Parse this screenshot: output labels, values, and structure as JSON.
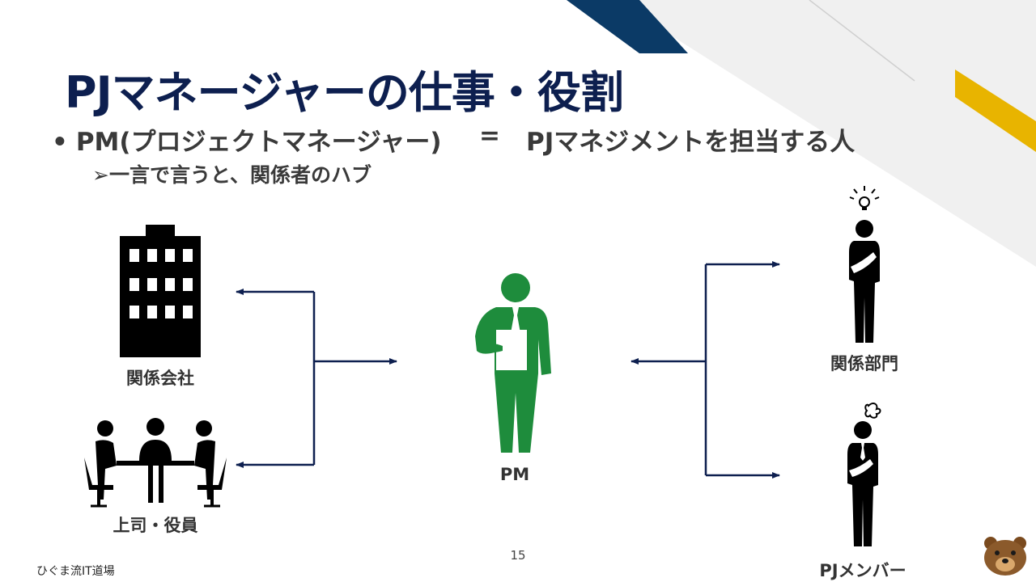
{
  "slide": {
    "title": "PJマネージャーの仕事・役割",
    "bullet_main": "PM(プロジェクトマネージャー)",
    "bullet_equals": "=",
    "bullet_definition": "PJマネジメントを担当する人",
    "sub_bullet": "➢一言で言うと、関係者のハブ",
    "bullet_marker": "•",
    "page_number": "15",
    "footer": "ひぐま流IT道場"
  },
  "diagram": {
    "center_label": "PM",
    "left_nodes": [
      "関係会社",
      "上司・役員"
    ],
    "right_nodes": [
      "関係部門",
      "PJメンバー"
    ]
  },
  "colors": {
    "title": "#0d1f4f",
    "pm_figure": "#1e8c3c",
    "arrows": "#0d1f4f",
    "accent_navy": "#0b3a66",
    "accent_gold": "#e8b400"
  }
}
